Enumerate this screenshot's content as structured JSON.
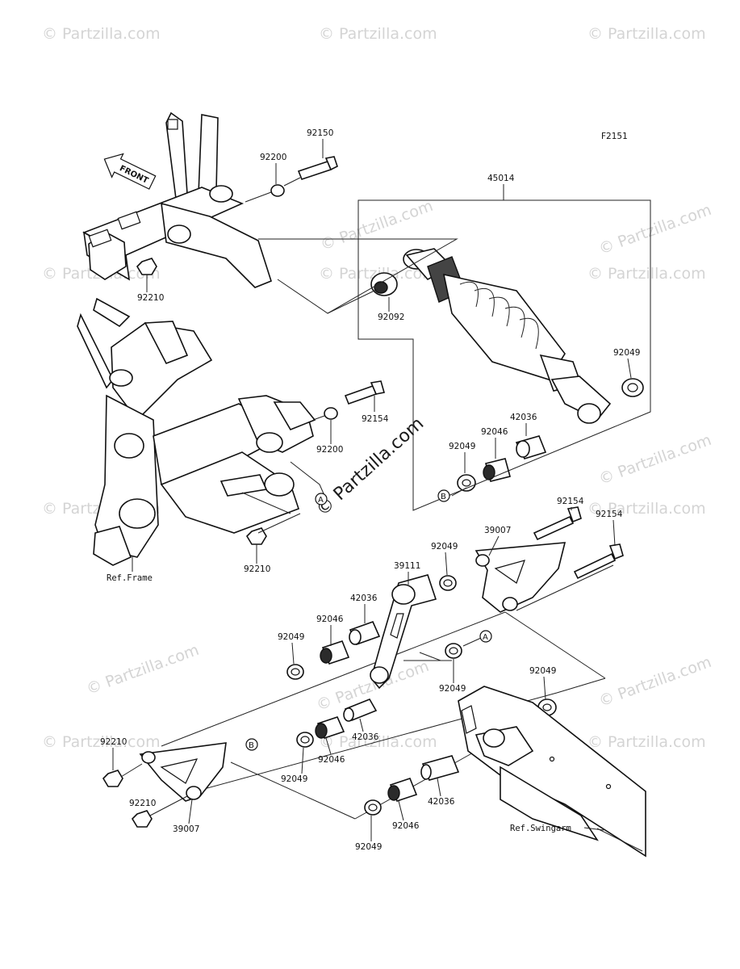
{
  "figure_code": "F2151",
  "watermark": "© Partzilla.com",
  "center_watermark": "© Partzilla.com",
  "direction_arrow": "FRONT",
  "references": {
    "frame": "Ref.Frame",
    "swingarm": "Ref.Swingarm"
  },
  "callouts": {
    "a": "A",
    "b": "B"
  },
  "parts": {
    "bolt_92150": "92150",
    "washer_92200_top": "92200",
    "nut_92210_top": "92210",
    "shock_45014": "45014",
    "bushing_92092": "92092",
    "seal_92049_shock": "92049",
    "sleeve_42036_shock": "42036",
    "bearing_92046_shock": "92046",
    "seal_92049_shock_b": "92049",
    "bolt_92154_top": "92154",
    "washer_92200_mid": "92200",
    "nut_92210_mid": "92210",
    "bolt_92154_right1": "92154",
    "bolt_92154_right2": "92154",
    "rod_39007_top": "39007",
    "seal_92049_rod_top": "92049",
    "rocker_39111": "39111",
    "sleeve_42036_rocker": "42036",
    "bearing_92046_rocker": "92046",
    "seal_92049_rocker_left": "92049",
    "seal_92049_rocker_a": "92049",
    "seal_92049_swingarm": "92049",
    "nut_92210_bottom1": "92210",
    "nut_92210_bottom2": "92210",
    "seal_92049_lower_b": "92049",
    "bearing_92046_lower": "92046",
    "sleeve_42036_lower": "42036",
    "rod_39007_bottom": "39007",
    "sleeve_42036_swingarm": "42036",
    "bearing_92046_swingarm": "92046",
    "seal_92049_swingarm_bottom": "92049"
  }
}
